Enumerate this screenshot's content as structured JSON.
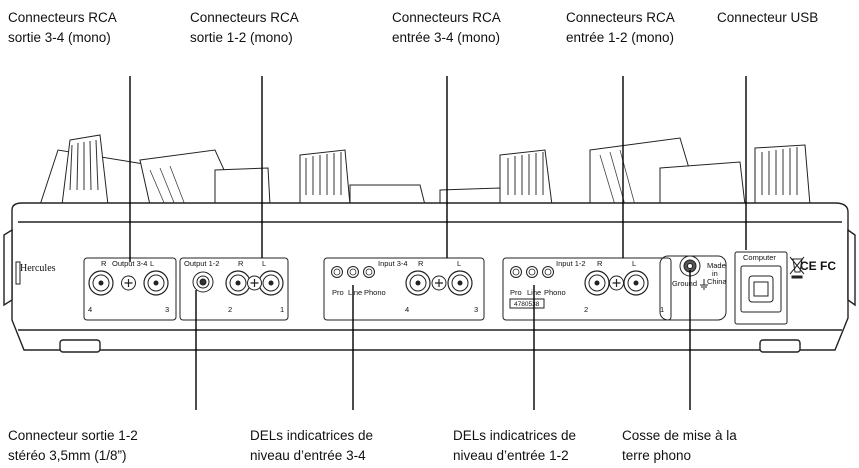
{
  "callouts_top": [
    {
      "line1": "Connecteurs RCA",
      "line2": "sortie 3-4 (mono)"
    },
    {
      "line1": "Connecteurs RCA",
      "line2": "sortie 1-2 (mono)"
    },
    {
      "line1": "Connecteurs RCA",
      "line2": "entrée 3-4 (mono)"
    },
    {
      "line1": "Connecteurs RCA",
      "line2": "entrée 1-2 (mono)"
    },
    {
      "line1": "Connecteur USB",
      "line2": ""
    }
  ],
  "callouts_bottom": [
    {
      "line1": "Connecteur sortie 1-2",
      "line2": "stéréo 3,5mm (1/8”)"
    },
    {
      "line1": "DELs indicatrices de",
      "line2": "niveau d’entrée 3-4"
    },
    {
      "line1": "DELs indicatrices de",
      "line2": "niveau d’entrée 1-2"
    },
    {
      "line1": "Cosse de mise à la",
      "line2": "terre phono"
    }
  ],
  "panel": {
    "brand": "Hercules",
    "output34": {
      "title": "Output 3-4",
      "r": "R",
      "l": "L",
      "n_left": "4",
      "n_right": "3"
    },
    "output12": {
      "title": "Output 1-2"
    },
    "rca_out12": {
      "r": "R",
      "l": "L",
      "n_left": "2",
      "n_right": "1"
    },
    "input34": {
      "title": "Input 3-4",
      "pro": "Pro",
      "line": "Line",
      "phono": "Phono",
      "r": "R",
      "l": "L",
      "n_left": "4",
      "n_right": "3"
    },
    "input12": {
      "title": "Input 1-2",
      "pro": "Pro",
      "line": "Line",
      "phono": "Phono",
      "serial": "4780538",
      "r": "R",
      "l": "L",
      "n_left": "2",
      "n_right": "1"
    },
    "ground": "Ground",
    "made_in": [
      "Made",
      "in",
      "China"
    ],
    "computer": "Computer",
    "certs": "CE FC"
  }
}
